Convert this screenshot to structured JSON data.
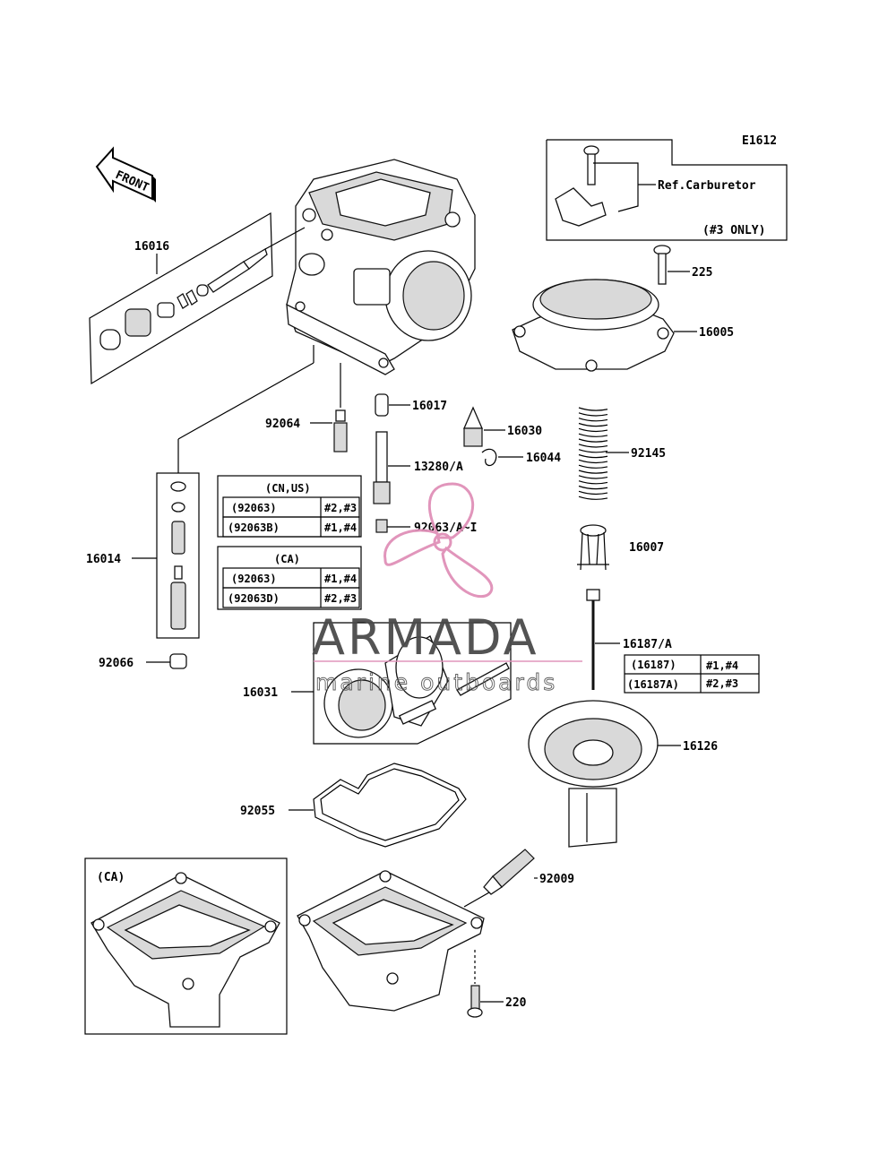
{
  "diagram_code": "E1612",
  "front_label": "FRONT",
  "ref_box": {
    "text": "Ref.Carburetor",
    "note": "(#3 ONLY)"
  },
  "labels": {
    "p16016": "16016",
    "p225": "225",
    "p16005": "16005",
    "p92064": "92064",
    "p16017": "16017",
    "p16030": "16030",
    "p16044": "16044",
    "p92145": "92145",
    "p13280": "13280/A",
    "p92063": "92063/A~I",
    "p16014": "16014",
    "p16007": "16007",
    "p16187": "16187/A",
    "p92066": "92066",
    "p16031": "16031",
    "p16126": "16126",
    "p92055": "92055",
    "p92009": "92009",
    "p220": "220"
  },
  "tables": {
    "cn_us": {
      "header": "(CN,US)",
      "rows": [
        {
          "part": "(92063)",
          "cyl": "#2,#3"
        },
        {
          "part": "(92063B)",
          "cyl": "#1,#4"
        }
      ]
    },
    "ca": {
      "header": "(CA)",
      "rows": [
        {
          "part": "(92063)",
          "cyl": "#1,#4"
        },
        {
          "part": "(92063D)",
          "cyl": "#2,#3"
        }
      ]
    },
    "needle": {
      "rows": [
        {
          "part": "(16187)",
          "cyl": "#1,#4"
        },
        {
          "part": "(16187A)",
          "cyl": "#2,#3"
        }
      ]
    }
  },
  "ca_bowl_label": "(CA)",
  "watermark": {
    "brand": "ARMADA",
    "tagline": "marine outboards",
    "color": "#e090b8"
  }
}
